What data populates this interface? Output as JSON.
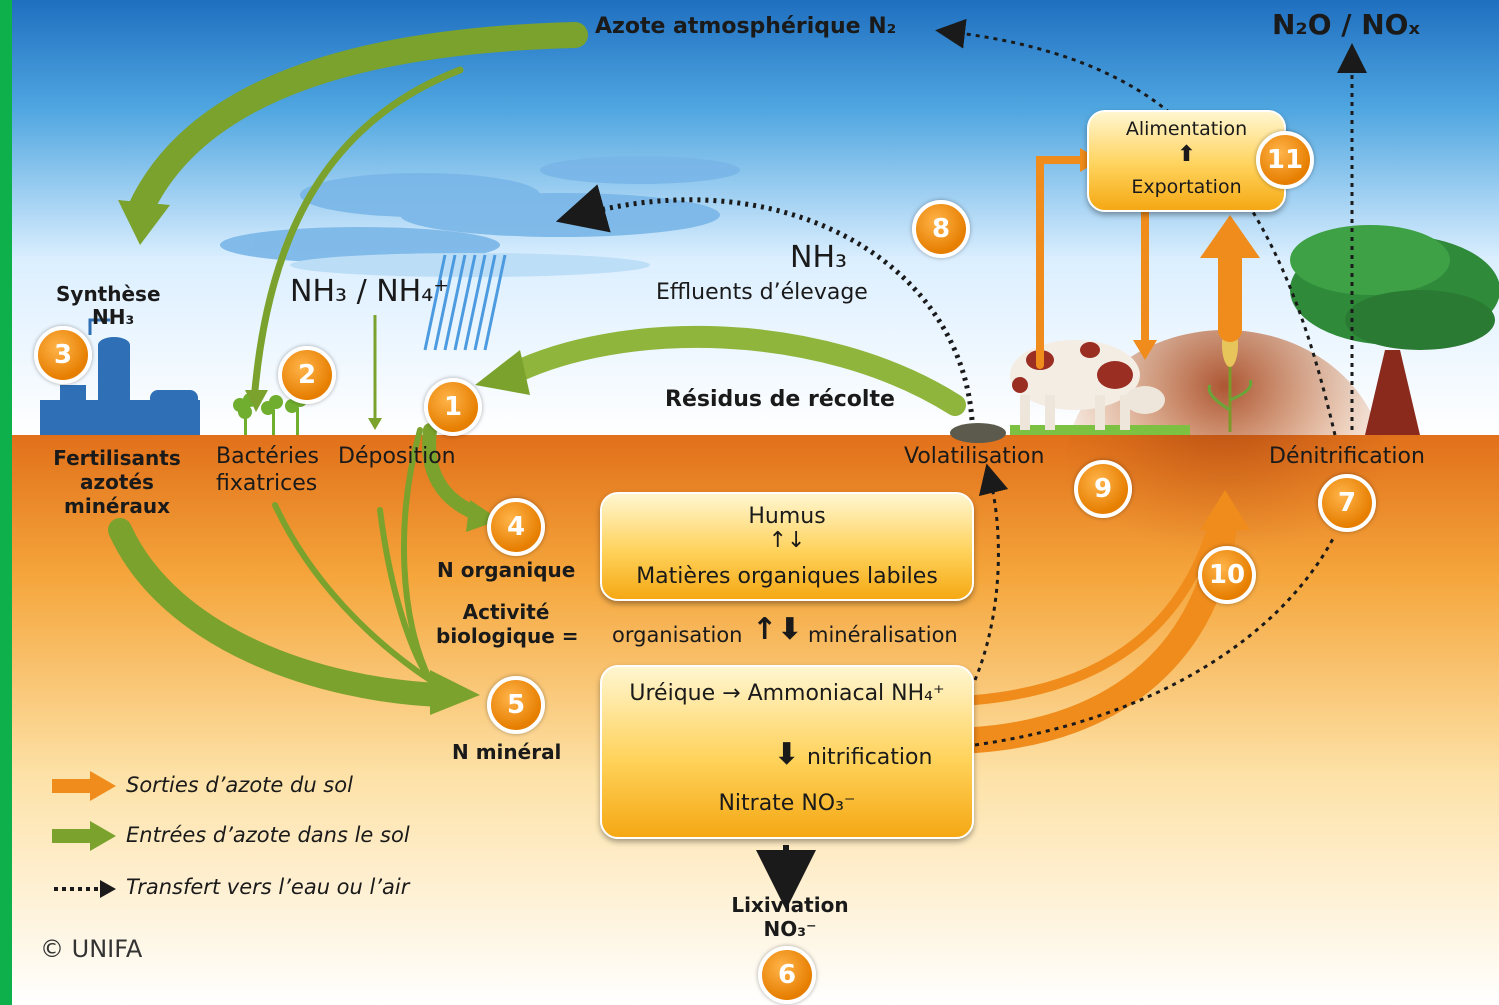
{
  "header": {
    "atmospheric_n2": "Azote atmosphérique N₂",
    "n2o_nox": "N₂O / NOₓ"
  },
  "processes": {
    "synthese": "Synthèse",
    "synthese_nh3": "NH₃",
    "nh3_nh4": "NH₃ / NH₄⁺",
    "nh3": "NH₃",
    "effluents": "Effluents d’élevage",
    "residus": "Résidus de récolte",
    "fertilisants_1": "Fertilisants",
    "fertilisants_2": "azotés",
    "fertilisants_3": "minéraux",
    "bacteries_1": "Bactéries",
    "bacteries_2": "fixatrices",
    "deposition": "Déposition",
    "volatilisation": "Volatilisation",
    "denitrification": "Dénitrification",
    "n_organique": "N organique",
    "activite_1": "Activité",
    "activite_2": "biologique =",
    "organisation": "organisation",
    "mineralisation": "minéralisation",
    "n_mineral": "N minéral",
    "lixiviation": "Lixiviation",
    "lixiviation_no3": "NO₃⁻"
  },
  "boxes": {
    "humus": "Humus",
    "labiles": "Matières organiques labiles",
    "ureique": "Uréique → Ammoniacal NH₄⁺",
    "nitrification": "nitrification",
    "nitrate": "Nitrate NO₃⁻",
    "alimentation": "Alimentation",
    "exportation": "Exportation"
  },
  "numbers": [
    "1",
    "2",
    "3",
    "4",
    "5",
    "6",
    "7",
    "8",
    "9",
    "10",
    "11"
  ],
  "legend": {
    "sorties": "Sorties d’azote du sol",
    "entrees": "Entrées d’azote dans le sol",
    "transfert": "Transfert vers l’eau ou l’air"
  },
  "copyright": "© UNIFA",
  "colors": {
    "frame": "#0db04b",
    "sky_top": "#1f6fc0",
    "soil": "#e87c16",
    "input_arrow": "#7aa22c",
    "output_arrow": "#f08c1c",
    "badge": "#f39200"
  }
}
